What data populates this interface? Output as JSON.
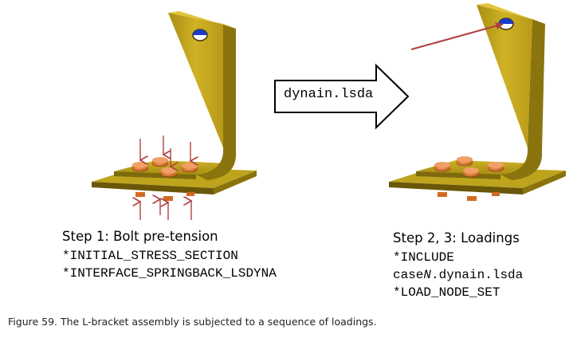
{
  "arrow": {
    "label": "dynain.lsda"
  },
  "step1": {
    "title": "Step 1: Bolt pre-tension",
    "keywords": [
      "*INITIAL_STRESS_SECTION",
      "*INTERFACE_SPRINGBACK_LSDYNA"
    ]
  },
  "step2": {
    "title": "Step 2, 3: Loadings",
    "keywords": [
      "*INCLUDE",
      "dynain.lsda",
      "*LOAD_NODE_SET"
    ],
    "include_prefix": "case",
    "include_var": "N"
  },
  "caption": "Figure 59. The L-bracket assembly is subjected to a sequence of loadings.",
  "colors": {
    "bracket": "#c8aa1e",
    "bracket_dark": "#9c8410",
    "plate": "#b39a1a",
    "bolt": "#e07828",
    "load_arrow": "#b04040",
    "hole_blue": "#1a3cc8"
  }
}
